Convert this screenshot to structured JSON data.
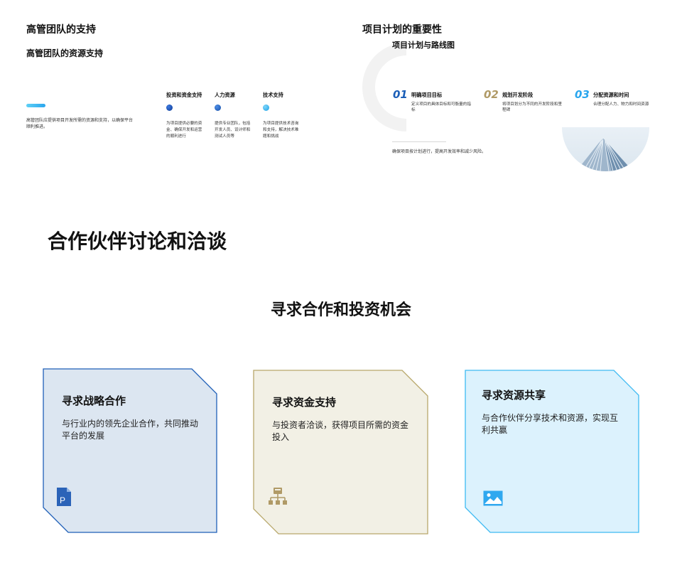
{
  "top_left": {
    "title": "高管团队的支持",
    "subtitle": "高管团队的资源支持",
    "description": "高管团队应提供项目开发所需的资源和支持，以确保平台顺利推进。",
    "columns": [
      {
        "heading": "投资和资金支持",
        "text": "为项目提供必要的资金、确保开发和运营的顺利进行",
        "dot_color": "#1346a8"
      },
      {
        "heading": "人力资源",
        "text": "提供专业团队，包括开发人员、设计师和测试人员等",
        "dot_color": "#1f5fc4"
      },
      {
        "heading": "技术支持",
        "text": "为项目提供技术咨询和支持，解决技术难题和挑战",
        "dot_color": "#2ab3f0"
      }
    ]
  },
  "top_right": {
    "title": "项目计划的重要性",
    "subtitle": "项目计划与路线图",
    "steps": [
      {
        "num": "01",
        "heading": "明确项目目标",
        "text": "定义项目的具体目标和可衡量的指标",
        "color": "#1c5fb8"
      },
      {
        "num": "02",
        "heading": "规划开发阶段",
        "text": "将项目划分为不同的开发阶段和里程碑",
        "color": "#b09a66"
      },
      {
        "num": "03",
        "heading": "分配资源和时间",
        "text": "合理分配人力、物力和时间资源",
        "color": "#2aa6ee"
      }
    ],
    "note": "确保项目按计划进行，提高开发效率和减少风险。"
  },
  "bottom": {
    "title": "合作伙伴讨论和洽谈",
    "subtitle": "寻求合作和投资机会",
    "cards": [
      {
        "heading": "寻求战略合作",
        "text": "与行业内的领先企业合作，共同推动平台的发展",
        "icon": "document-p-icon",
        "fill": "#dce6f1",
        "stroke": "#1f5fb8"
      },
      {
        "heading": "寻求资金支持",
        "text": "与投资者洽谈，获得项目所需的资金投入",
        "icon": "org-chart-icon",
        "fill": "#f2f0e5",
        "stroke": "#b8a76a"
      },
      {
        "heading": "寻求资源共享",
        "text": "与合作伙伴分享技术和资源，实现互利共赢",
        "icon": "image-icon",
        "fill": "#dcf2fd",
        "stroke": "#3dbaf2"
      }
    ]
  }
}
